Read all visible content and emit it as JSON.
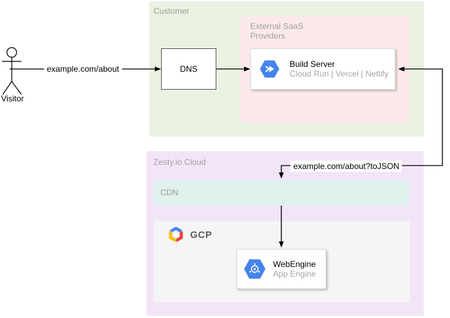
{
  "actor": {
    "label": "Visitor"
  },
  "edges": {
    "request_label": "example.com/about",
    "json_request_label": "example.com/about?toJSON"
  },
  "customer": {
    "label": "Customer",
    "dns_label": "DNS",
    "saas": {
      "label": "External SaaS Providers",
      "build_server": {
        "title": "Build Server",
        "subtitle": "Cloud Run | Vercel | Netlify",
        "icon": "cloud-build-icon"
      }
    }
  },
  "zesty": {
    "label": "Zesty.io Cloud",
    "cdn_label": "CDN",
    "gcp": {
      "label": "GCP",
      "logo_icon": "gcp-logo-icon",
      "webengine": {
        "title": "WebEngine",
        "subtitle": "App Engine",
        "icon": "app-engine-icon"
      }
    }
  },
  "colors": {
    "customer_bg": "#eaf2e1",
    "saas_bg": "#fce9ea",
    "zesty_bg": "#f3e5f8",
    "cdn_bg": "#dff2ee",
    "gcp_bg": "#f5f4f6",
    "node_bg": "#ffffff",
    "icon_blue": "#4584ec",
    "gcp_logo_blue": "#4285f4",
    "gcp_logo_red": "#ea4335",
    "gcp_logo_yellow": "#fbbc05",
    "muted_label": "#9e9e9e",
    "edge_color": "#000000"
  }
}
